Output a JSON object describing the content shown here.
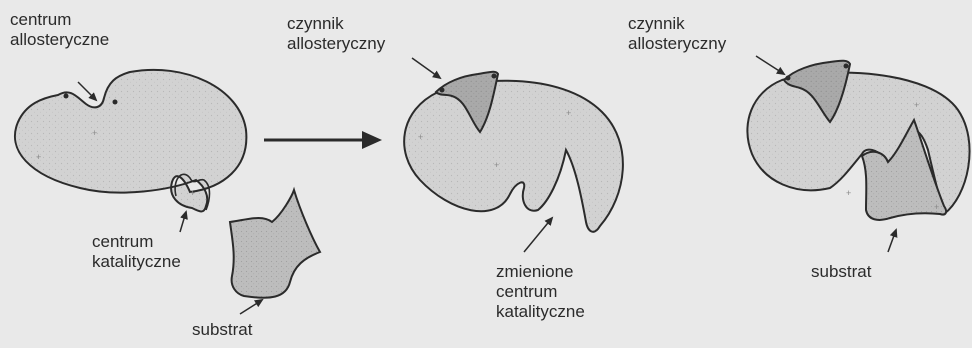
{
  "panel_1": {
    "label_allosteric_center": "centrum\nallosteryczne",
    "label_catalytic_center": "centrum\nkatalityczne",
    "label_substrate": "substrat"
  },
  "panel_2": {
    "label_allosteric_factor": "czynnik\nallosteryczny",
    "label_changed_catalytic_center": "zmienione\ncentrum\nkatalityczne"
  },
  "panel_3": {
    "label_allosteric_factor": "czynnik\nallosteryczny",
    "label_substrate": "substrat"
  },
  "colors": {
    "background": "#e9e9e9",
    "enzyme_fill": "#d2d2d2",
    "factor_fill": "#a9a9a9",
    "substrate_fill": "#bdbdbd",
    "outline": "#2b2b2b"
  }
}
